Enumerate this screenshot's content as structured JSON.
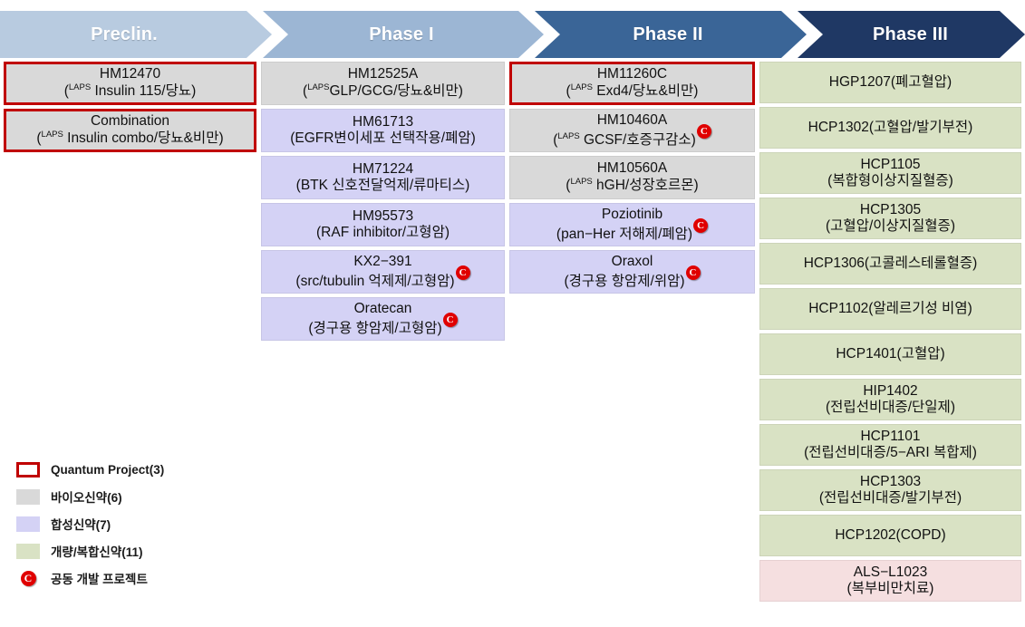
{
  "header": {
    "phases": [
      {
        "label": "Preclin.",
        "color": "#b8cbe0"
      },
      {
        "label": "Phase I",
        "color": "#9cb6d4"
      },
      {
        "label": "Phase II",
        "color": "#3a6597"
      },
      {
        "label": "Phase III",
        "color": "#1f3864"
      }
    ]
  },
  "columns": {
    "preclin": [
      {
        "line1": "HM12470",
        "sup": "LAPS",
        "line2_rest": " Insulin 115/당뇨)",
        "type": "bio",
        "quantum": true,
        "codev": false,
        "size": "h2"
      },
      {
        "line1": "Combination",
        "sup": "LAPS",
        "line2_rest": " Insulin combo/당뇨&비만)",
        "type": "bio",
        "quantum": true,
        "codev": false,
        "size": "h2"
      }
    ],
    "phase1": [
      {
        "line1": "HM12525A",
        "sup": "LAPS",
        "line2_rest": "GLP/GCG/당뇨&비만)",
        "type": "bio",
        "quantum": false,
        "codev": false,
        "size": "h2"
      },
      {
        "line1": "HM61713",
        "sup": "",
        "line2_rest": "EGFR변이세포 선택작용/폐암)",
        "type": "syn",
        "quantum": false,
        "codev": false,
        "size": "h2"
      },
      {
        "line1": "HM71224",
        "sup": "",
        "line2_rest": "BTK 신호전달억제/류마티스)",
        "type": "syn",
        "quantum": false,
        "codev": false,
        "size": "h2"
      },
      {
        "line1": "HM95573",
        "sup": "",
        "line2_rest": "RAF inhibitor/고형암)",
        "type": "syn",
        "quantum": false,
        "codev": false,
        "size": "h2"
      },
      {
        "line1": "KX2−391",
        "sup": "",
        "line2_rest": "src/tubulin 억제제/고형암)",
        "type": "syn",
        "quantum": false,
        "codev": true,
        "size": "h2"
      },
      {
        "line1": "Oratecan",
        "sup": "",
        "line2_rest": "경구용 항암제/고형암)",
        "type": "syn",
        "quantum": false,
        "codev": true,
        "size": "h2"
      }
    ],
    "phase2": [
      {
        "line1": "HM11260C",
        "sup": "LAPS",
        "line2_rest": " Exd4/당뇨&비만)",
        "type": "bio",
        "quantum": true,
        "codev": false,
        "size": "h2"
      },
      {
        "line1": "HM10460A",
        "sup": "LAPS",
        "line2_rest": " GCSF/호증구감소)",
        "type": "bio",
        "quantum": false,
        "codev": true,
        "size": "h2"
      },
      {
        "line1": "HM10560A",
        "sup": "LAPS",
        "line2_rest": " hGH/성장호르몬)",
        "type": "bio",
        "quantum": false,
        "codev": false,
        "size": "h2"
      },
      {
        "line1": "Poziotinib",
        "sup": "",
        "line2_rest": "pan−Her 저해제/폐암)",
        "type": "syn",
        "quantum": false,
        "codev": true,
        "size": "h2"
      },
      {
        "line1": "Oraxol",
        "sup": "",
        "line2_rest": "경구용 항암제/위암)",
        "type": "syn",
        "quantum": false,
        "codev": true,
        "size": "h2"
      }
    ],
    "phase3": [
      {
        "line1": "HGP1207(폐고혈압)",
        "line2_rest": "",
        "type": "imp",
        "quantum": false,
        "codev": false,
        "size": "h1"
      },
      {
        "line1": "HCP1302(고혈압/발기부전)",
        "line2_rest": "",
        "type": "imp",
        "quantum": false,
        "codev": false,
        "size": "h1"
      },
      {
        "line1": "HCP1105",
        "line2_rest": "복합형이상지질혈증)",
        "type": "imp",
        "quantum": false,
        "codev": false,
        "size": "h1"
      },
      {
        "line1": "HCP1305",
        "line2_rest": "고혈압/이상지질혈증)",
        "type": "imp",
        "quantum": false,
        "codev": false,
        "size": "h1"
      },
      {
        "line1": "HCP1306(고콜레스테롤혈증)",
        "line2_rest": "",
        "type": "imp",
        "quantum": false,
        "codev": false,
        "size": "h1"
      },
      {
        "line1": "HCP1102(알레르기성 비염)",
        "line2_rest": "",
        "type": "imp",
        "quantum": false,
        "codev": false,
        "size": "h1"
      },
      {
        "line1": "HCP1401(고혈압)",
        "line2_rest": "",
        "type": "imp",
        "quantum": false,
        "codev": false,
        "size": "h1"
      },
      {
        "line1": "HIP1402",
        "line2_rest": "전립선비대증/단일제)",
        "type": "imp",
        "quantum": false,
        "codev": false,
        "size": "h1"
      },
      {
        "line1": "HCP1101",
        "line2_rest": "전립선비대증/5−ARI 복합제)",
        "type": "imp",
        "quantum": false,
        "codev": false,
        "size": "h1"
      },
      {
        "line1": "HCP1303",
        "line2_rest": "전립선비대증/발기부전)",
        "type": "imp",
        "quantum": false,
        "codev": false,
        "size": "h1"
      },
      {
        "line1": "HCP1202(COPD)",
        "line2_rest": "",
        "type": "imp",
        "quantum": false,
        "codev": false,
        "size": "h1"
      },
      {
        "line1": "ALS−L1023",
        "line2_rest": "복부비만치료)",
        "type": "pink",
        "quantum": false,
        "codev": false,
        "size": "h1"
      }
    ]
  },
  "legend": {
    "items": [
      {
        "label": "Quantum Project(3)",
        "swatch": "outline",
        "color": "#c00000"
      },
      {
        "label": "바이오신약(6)",
        "swatch": "fill",
        "color": "#d9d9d9"
      },
      {
        "label": "합성신약(7)",
        "swatch": "fill",
        "color": "#d4d2f5"
      },
      {
        "label": "개량/복합신약(11)",
        "swatch": "fill",
        "color": "#d9e2c4"
      },
      {
        "label": "공동 개발 프로젝트",
        "swatch": "badge",
        "color": "#e00000"
      }
    ],
    "codev_badge_glyph": "C"
  }
}
